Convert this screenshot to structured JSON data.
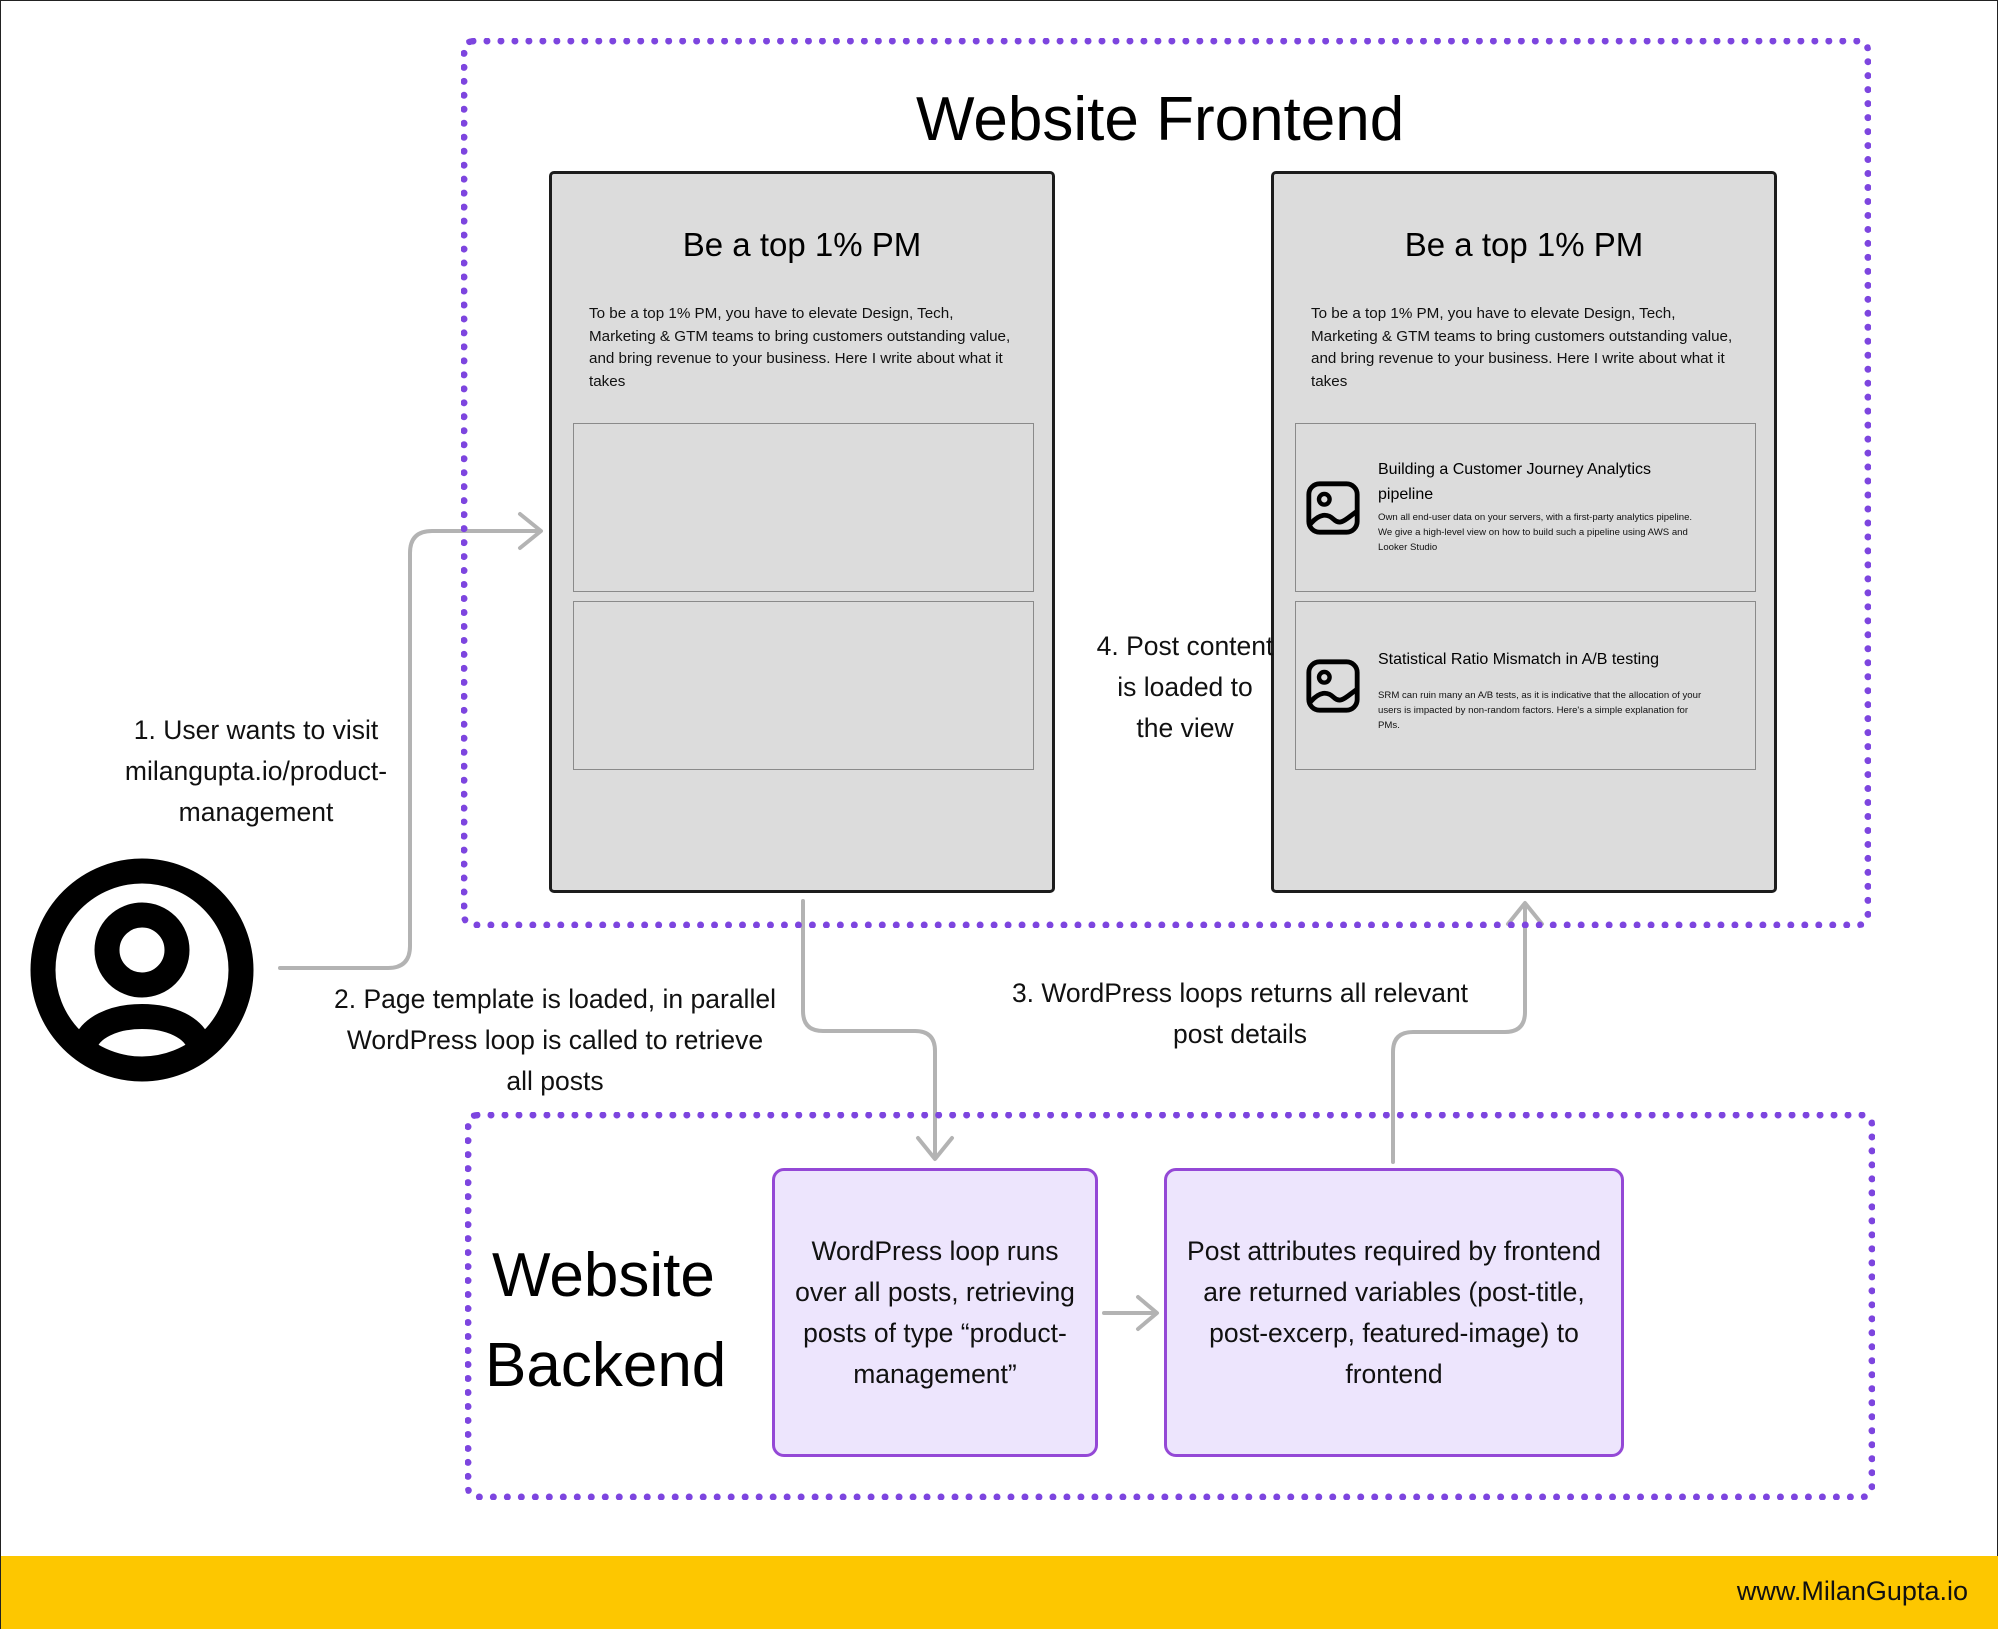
{
  "frontend": {
    "title": "Website Frontend",
    "page_template": {
      "title": "Be a top 1% PM",
      "intro": "To be a top 1% PM, you have to elevate Design, Tech, Marketing & GTM teams to bring customers outstanding value, and bring revenue to your business. Here I write about what it takes"
    },
    "page_loaded": {
      "title": "Be a top 1% PM",
      "intro": "To be a top 1% PM, you have to elevate Design, Tech, Marketing & GTM teams to bring customers outstanding value, and bring revenue to your business. Here I write about what it takes",
      "posts": [
        {
          "icon": "image-icon",
          "title": "Building a Customer Journey Analytics pipeline",
          "excerpt": "Own all end-user data on your servers, with a first-party analytics pipeline. We give a high-level view on how to build such a pipeline using AWS and Looker Studio"
        },
        {
          "icon": "image-icon",
          "title": "Statistical Ratio Mismatch in A/B testing",
          "excerpt": "SRM can ruin many an A/B tests, as it is indicative that the allocation of your users is impacted by non-random factors. Here's a simple explanation for PMs."
        }
      ]
    }
  },
  "backend": {
    "title_line1": "Website",
    "title_line2": "Backend",
    "loop_box": "WordPress loop runs over all posts, retrieving  posts of type “product-management”",
    "return_box": "Post attributes required by frontend are returned variables (post-title, post-excerp, featured-image) to frontend"
  },
  "steps": {
    "step1": {
      "line1": "1. User wants to visit",
      "line2": "milangupta.io/product-",
      "line3": "management"
    },
    "step2": {
      "line1": "2. Page template is loaded, in parallel",
      "line2": "WordPress loop is called to retrieve",
      "line3": "all posts"
    },
    "step3": {
      "line1": "3. WordPress loops returns all relevant",
      "line2": "post details"
    },
    "step4": {
      "line1": "4. Post content",
      "line2": "is loaded to",
      "line3": "the view"
    }
  },
  "user": {
    "icon": "user-icon"
  },
  "colors": {
    "group_border": "#7d45df",
    "card_background": "#dcdcdc",
    "process_fill": "#ede5fd",
    "process_border": "#9448d6",
    "connector": "#b3b3b3",
    "footer": "#fdc700"
  },
  "footer": {
    "url": "www.MilanGupta.io"
  }
}
